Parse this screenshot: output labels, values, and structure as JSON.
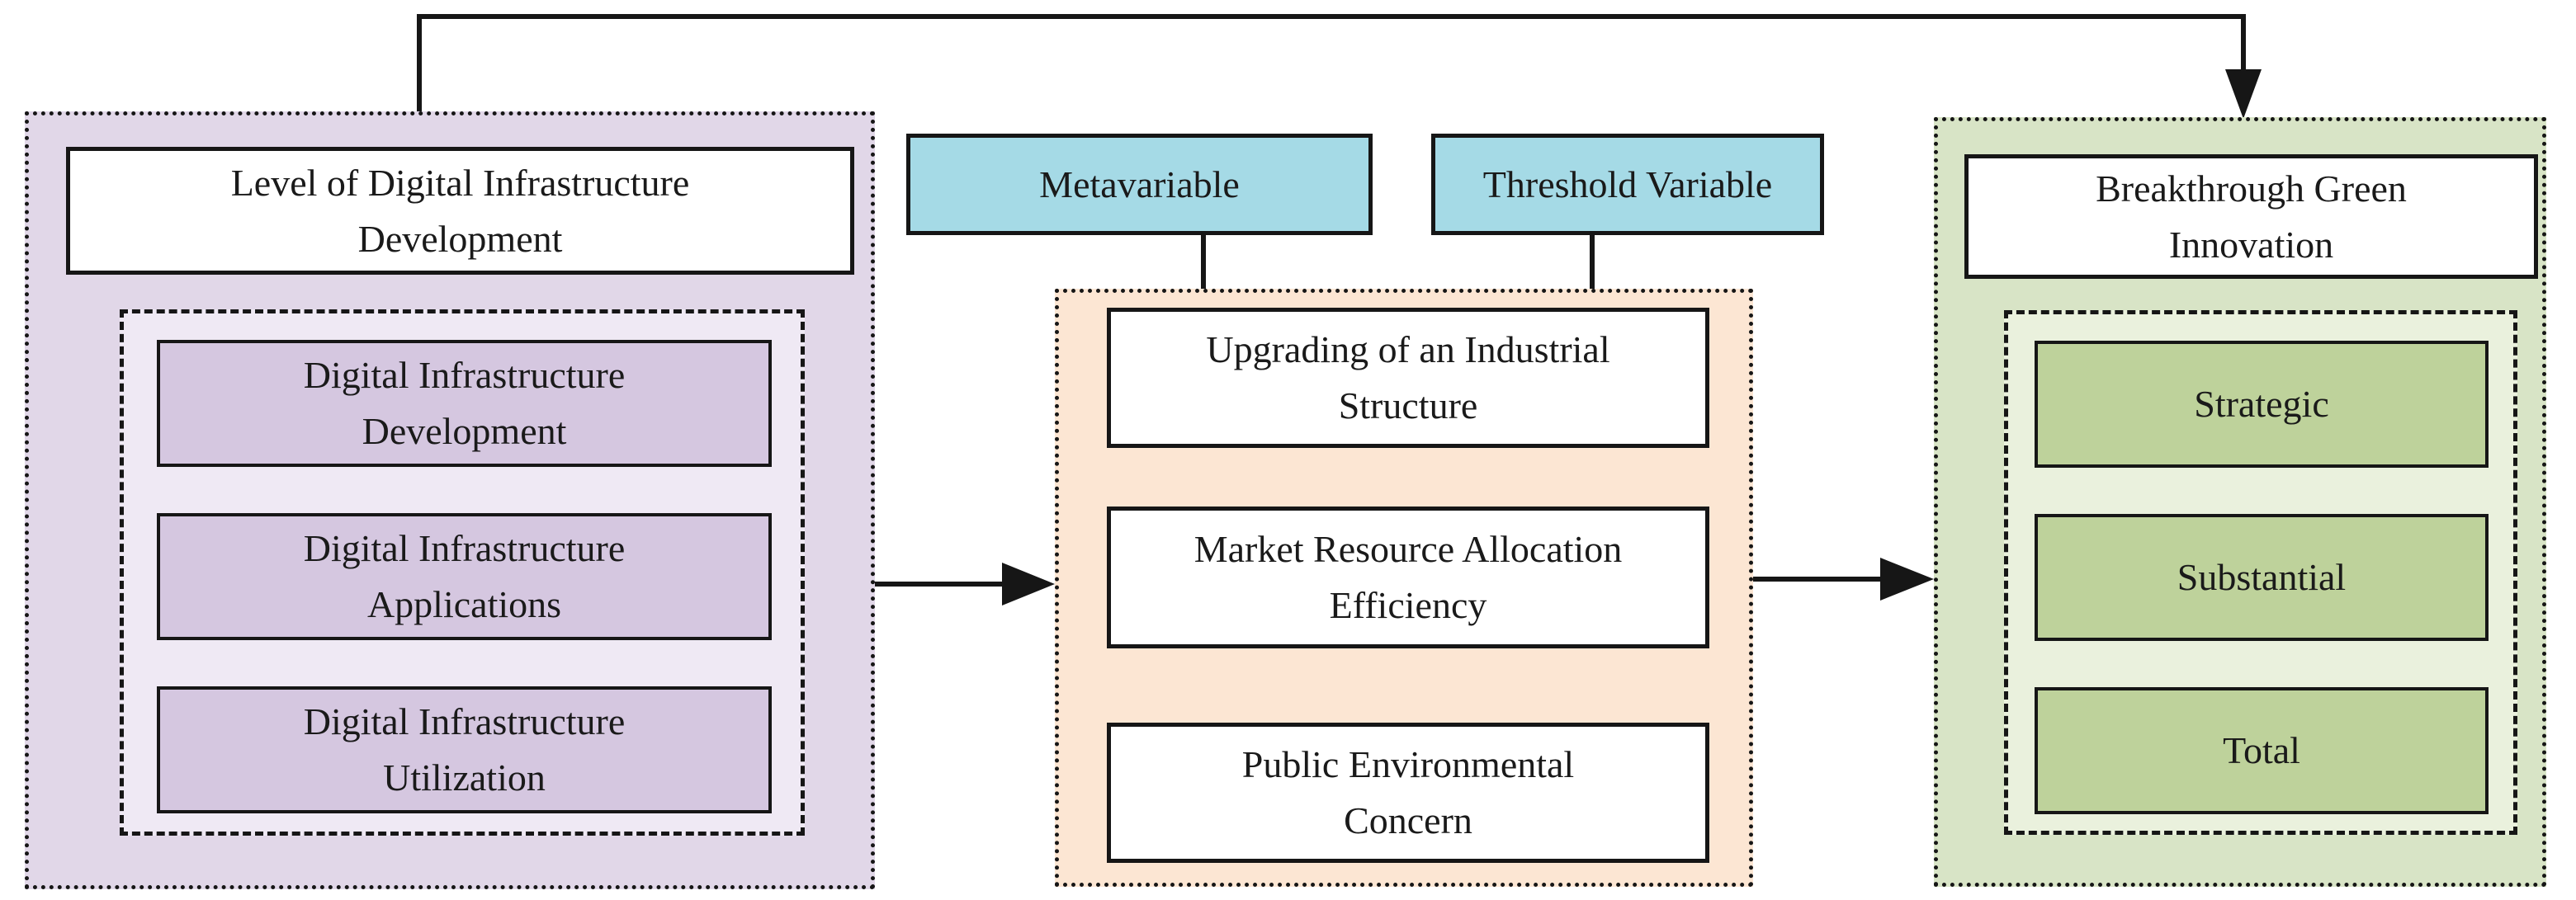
{
  "diagram": {
    "left_panel": {
      "title": "Level of Digital Infrastructure Development",
      "items": [
        {
          "label": "Digital Infrastructure Development"
        },
        {
          "label": "Digital Infrastructure Applications"
        },
        {
          "label": "Digital Infrastructure Utilization"
        }
      ]
    },
    "mediator_labels": {
      "metavariable": "Metavariable",
      "threshold": "Threshold Variable"
    },
    "middle_panel": {
      "items": [
        {
          "label": "Upgrading of an Industrial Structure"
        },
        {
          "label": "Market Resource Allocation Efficiency"
        },
        {
          "label": "Public Environmental Concern"
        }
      ]
    },
    "right_panel": {
      "title": "Breakthrough Green Innovation",
      "items": [
        {
          "label": "Strategic"
        },
        {
          "label": "Substantial"
        },
        {
          "label": "Total"
        }
      ]
    }
  },
  "colors": {
    "lavender_panel": "#e1d7e8",
    "lavender_inner": "#efe9f4",
    "lavender_box": "#d5c7e0",
    "peach_panel": "#fce6d3",
    "cyan_box": "#a5dae6",
    "green_panel": "#d8e4c6",
    "green_inner": "#eaf1dd",
    "green_box": "#bed29b",
    "line": "#161616"
  }
}
